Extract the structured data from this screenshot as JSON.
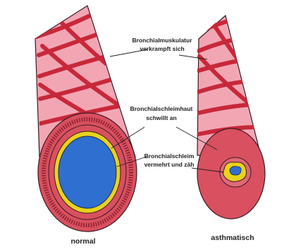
{
  "labels": {
    "muscle": [
      "Bronchialmuskulatur",
      "verkrampft sich"
    ],
    "mucosa": [
      "Bronchialschleimhaut",
      "schwillt an"
    ],
    "mucus": [
      "Bronchialschleim",
      "vermehrt und zäh"
    ]
  },
  "captions": {
    "left": "normal",
    "right": "asthmatisch"
  },
  "colors": {
    "tube_pink": "#f2a6b4",
    "muscle_red": "#c8283a",
    "wall_red": "#d95060",
    "mucus_yellow": "#e8d21c",
    "lumen_blue": "#2f6fd0"
  }
}
